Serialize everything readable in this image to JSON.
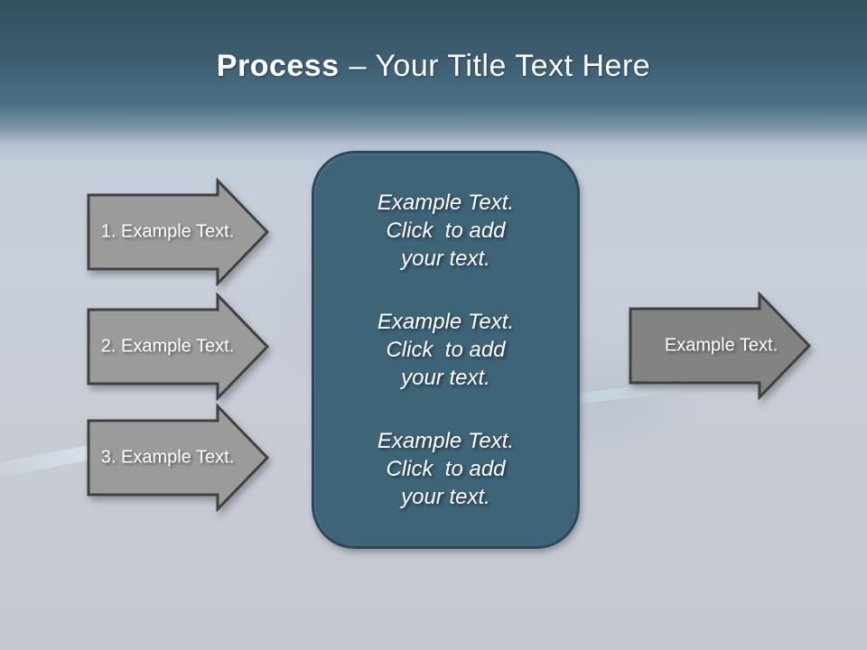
{
  "title": {
    "emphasis": "Process",
    "rest": "– Your Title Text Here"
  },
  "left_arrows": [
    {
      "label": "1. Example Text."
    },
    {
      "label": "2. Example Text."
    },
    {
      "label": "3. Example Text."
    }
  ],
  "center_panel": {
    "blocks": [
      {
        "text": "Example Text.\nClick  to add\nyour text."
      },
      {
        "text": "Example Text.\nClick  to add\nyour text."
      },
      {
        "text": "Example Text.\nClick  to add\nyour text."
      }
    ]
  },
  "right_arrow": {
    "label": "Example Text."
  },
  "colors": {
    "header_top": "#33505d",
    "header_bottom": "#486e84",
    "body_background": "#c6cbd4",
    "left_arrow_fill": "#9b9b9b",
    "right_arrow_fill": "#838383",
    "arrow_border": "#404040",
    "panel_fill": "#3e6478",
    "panel_border": "#2a495b",
    "text": "#ffffff"
  }
}
